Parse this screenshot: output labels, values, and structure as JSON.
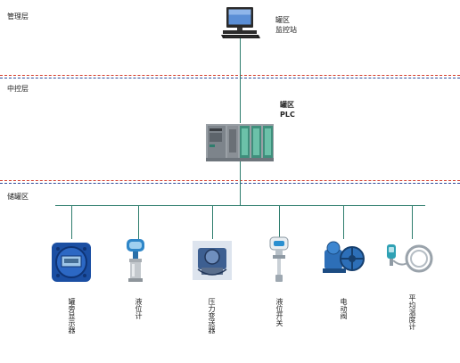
{
  "layers": {
    "management": "管理层",
    "control": "中控层",
    "storage": "储罐区"
  },
  "station": {
    "line1": "罐区",
    "line2": "监控站"
  },
  "plc": {
    "line1": "罐区",
    "line2": "PLC"
  },
  "devices": [
    {
      "label": "罐旁显示器",
      "icon": "tank-display-icon"
    },
    {
      "label": "液位计",
      "icon": "level-gauge-icon"
    },
    {
      "label": "压力变送器",
      "icon": "pressure-transmitter-icon"
    },
    {
      "label": "液位开关",
      "icon": "level-switch-icon"
    },
    {
      "label": "电动阀",
      "icon": "electric-valve-icon"
    },
    {
      "label": "平均温度计",
      "icon": "average-thermometer-icon"
    }
  ],
  "colors": {
    "separator_top": "#d23b2b",
    "separator_bottom": "#2d4a9a",
    "connector": "#2e7d6d"
  }
}
